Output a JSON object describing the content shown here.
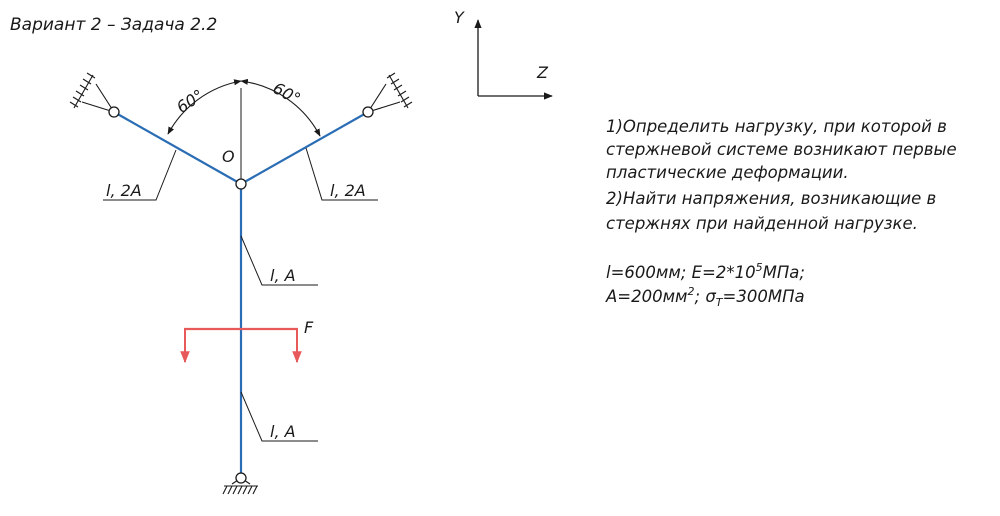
{
  "header": {
    "title": "Вариант 2  –  Задача 2.2"
  },
  "axes": {
    "y_label": "Y",
    "z_label": "Z"
  },
  "angles": {
    "left": "60°",
    "right": "60°"
  },
  "node": {
    "label": "O"
  },
  "rods": {
    "left_label": "l,  2A",
    "right_label": "l,  2A",
    "upper_label": "l,  A",
    "lower_label": "l,  A"
  },
  "load": {
    "label": "F"
  },
  "task": {
    "lines": [
      "1)Определить нагрузку, при которой в",
      "стержневой системе возникают первые",
      "пластические деформации.",
      "2)Найти напряжения, возникающие в",
      "стержнях при найденной нагрузке."
    ]
  },
  "data": {
    "line1_a": "l=600мм;  E=2*10",
    "line1_sup": "5",
    "line1_b": "МПа;",
    "line2_a": "A=200мм",
    "line2_sup": "2",
    "line2_b": ";  σ",
    "line2_sub": "T",
    "line2_c": "=300МПа"
  },
  "colors": {
    "rod": "#2a6db5",
    "load": "#e85a5a",
    "ink": "#1a1a1a"
  }
}
